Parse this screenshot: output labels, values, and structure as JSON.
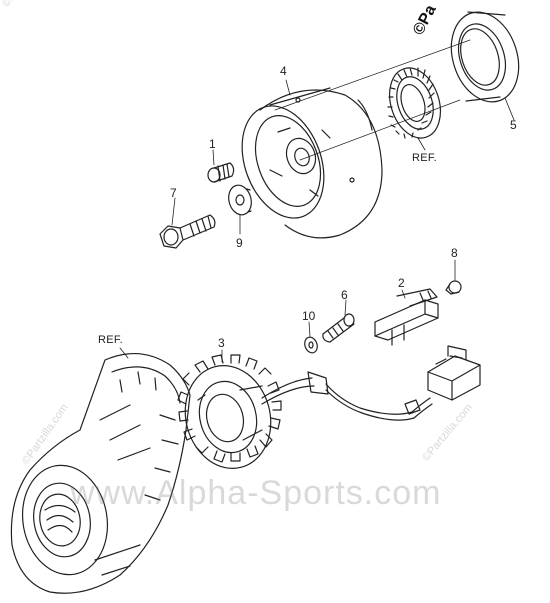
{
  "callouts": {
    "p1": "1",
    "p2": "2",
    "p3": "3",
    "p4": "4",
    "p5": "5",
    "p6": "6",
    "p7": "7",
    "p8": "8",
    "p9": "9",
    "p10": "10",
    "ref_top": "REF.",
    "ref_left": "REF."
  },
  "watermark": "www.Alpha-Sports.com",
  "copyright_top": "©Pa",
  "corner_marks": {
    "top_left": "©Partzilla.com",
    "left_mid": "©Partzilla.com",
    "right_mid": "©Partzilla.com"
  },
  "colors": {
    "line": "#222222",
    "background": "#ffffff"
  }
}
